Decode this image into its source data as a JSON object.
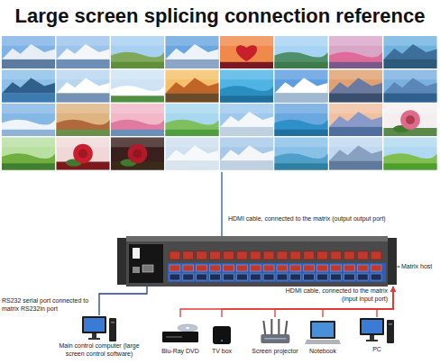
{
  "diagram": {
    "title": "Large screen splicing connection reference",
    "nodes": [
      {
        "text": [
          "Matrix host"
        ]
      },
      {
        "text": [
          "Main control computer (large screen control software)"
        ]
      },
      {
        "text": [
          "Blu-Ray DVD"
        ]
      },
      {
        "text": [
          "TV box"
        ]
      },
      {
        "text": [
          "Screen projector"
        ]
      },
      {
        "text": [
          "Notebook"
        ]
      },
      {
        "text": [
          "PC"
        ]
      }
    ],
    "edges": [
      {
        "from": 1,
        "to": 0,
        "arrow": "none"
      },
      {
        "from": 2,
        "to": 0,
        "arrow": "to"
      },
      {
        "from": 3,
        "to": 0,
        "arrow": "to"
      },
      {
        "from": 4,
        "to": 0,
        "arrow": "to"
      },
      {
        "from": 5,
        "to": 0,
        "arrow": "to"
      },
      {
        "from": 6,
        "to": 0,
        "arrow": "to"
      }
    ],
    "labels": [
      "HDMI cable, connected to the matrix (output output port)",
      "HDMI cable, connected to the matrix (input input port)",
      "RS232 serial port connected to matrix RS232in port"
    ]
  }
}
